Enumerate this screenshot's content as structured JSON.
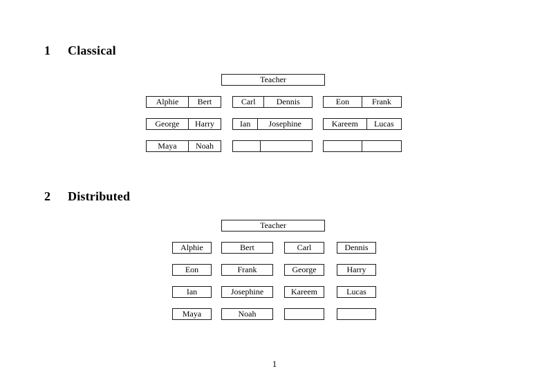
{
  "page_number": "1",
  "sections": {
    "classical": {
      "number": "1",
      "title": "Classical",
      "teacher_label": "Teacher",
      "rows": [
        [
          [
            "Alphie",
            "Bert"
          ],
          [
            "Carl",
            "Dennis"
          ],
          [
            "Eon",
            "Frank"
          ]
        ],
        [
          [
            "George",
            "Harry"
          ],
          [
            "Ian",
            "Josephine"
          ],
          [
            "Kareem",
            "Lucas"
          ]
        ],
        [
          [
            "Maya",
            "Noah"
          ],
          [
            "",
            ""
          ],
          [
            "",
            ""
          ]
        ]
      ]
    },
    "distributed": {
      "number": "2",
      "title": "Distributed",
      "teacher_label": "Teacher",
      "rows": [
        [
          "Alphie",
          "Bert",
          "Carl",
          "Dennis"
        ],
        [
          "Eon",
          "Frank",
          "George",
          "Harry"
        ],
        [
          "Ian",
          "Josephine",
          "Kareem",
          "Lucas"
        ],
        [
          "Maya",
          "Noah",
          "",
          ""
        ]
      ]
    }
  }
}
